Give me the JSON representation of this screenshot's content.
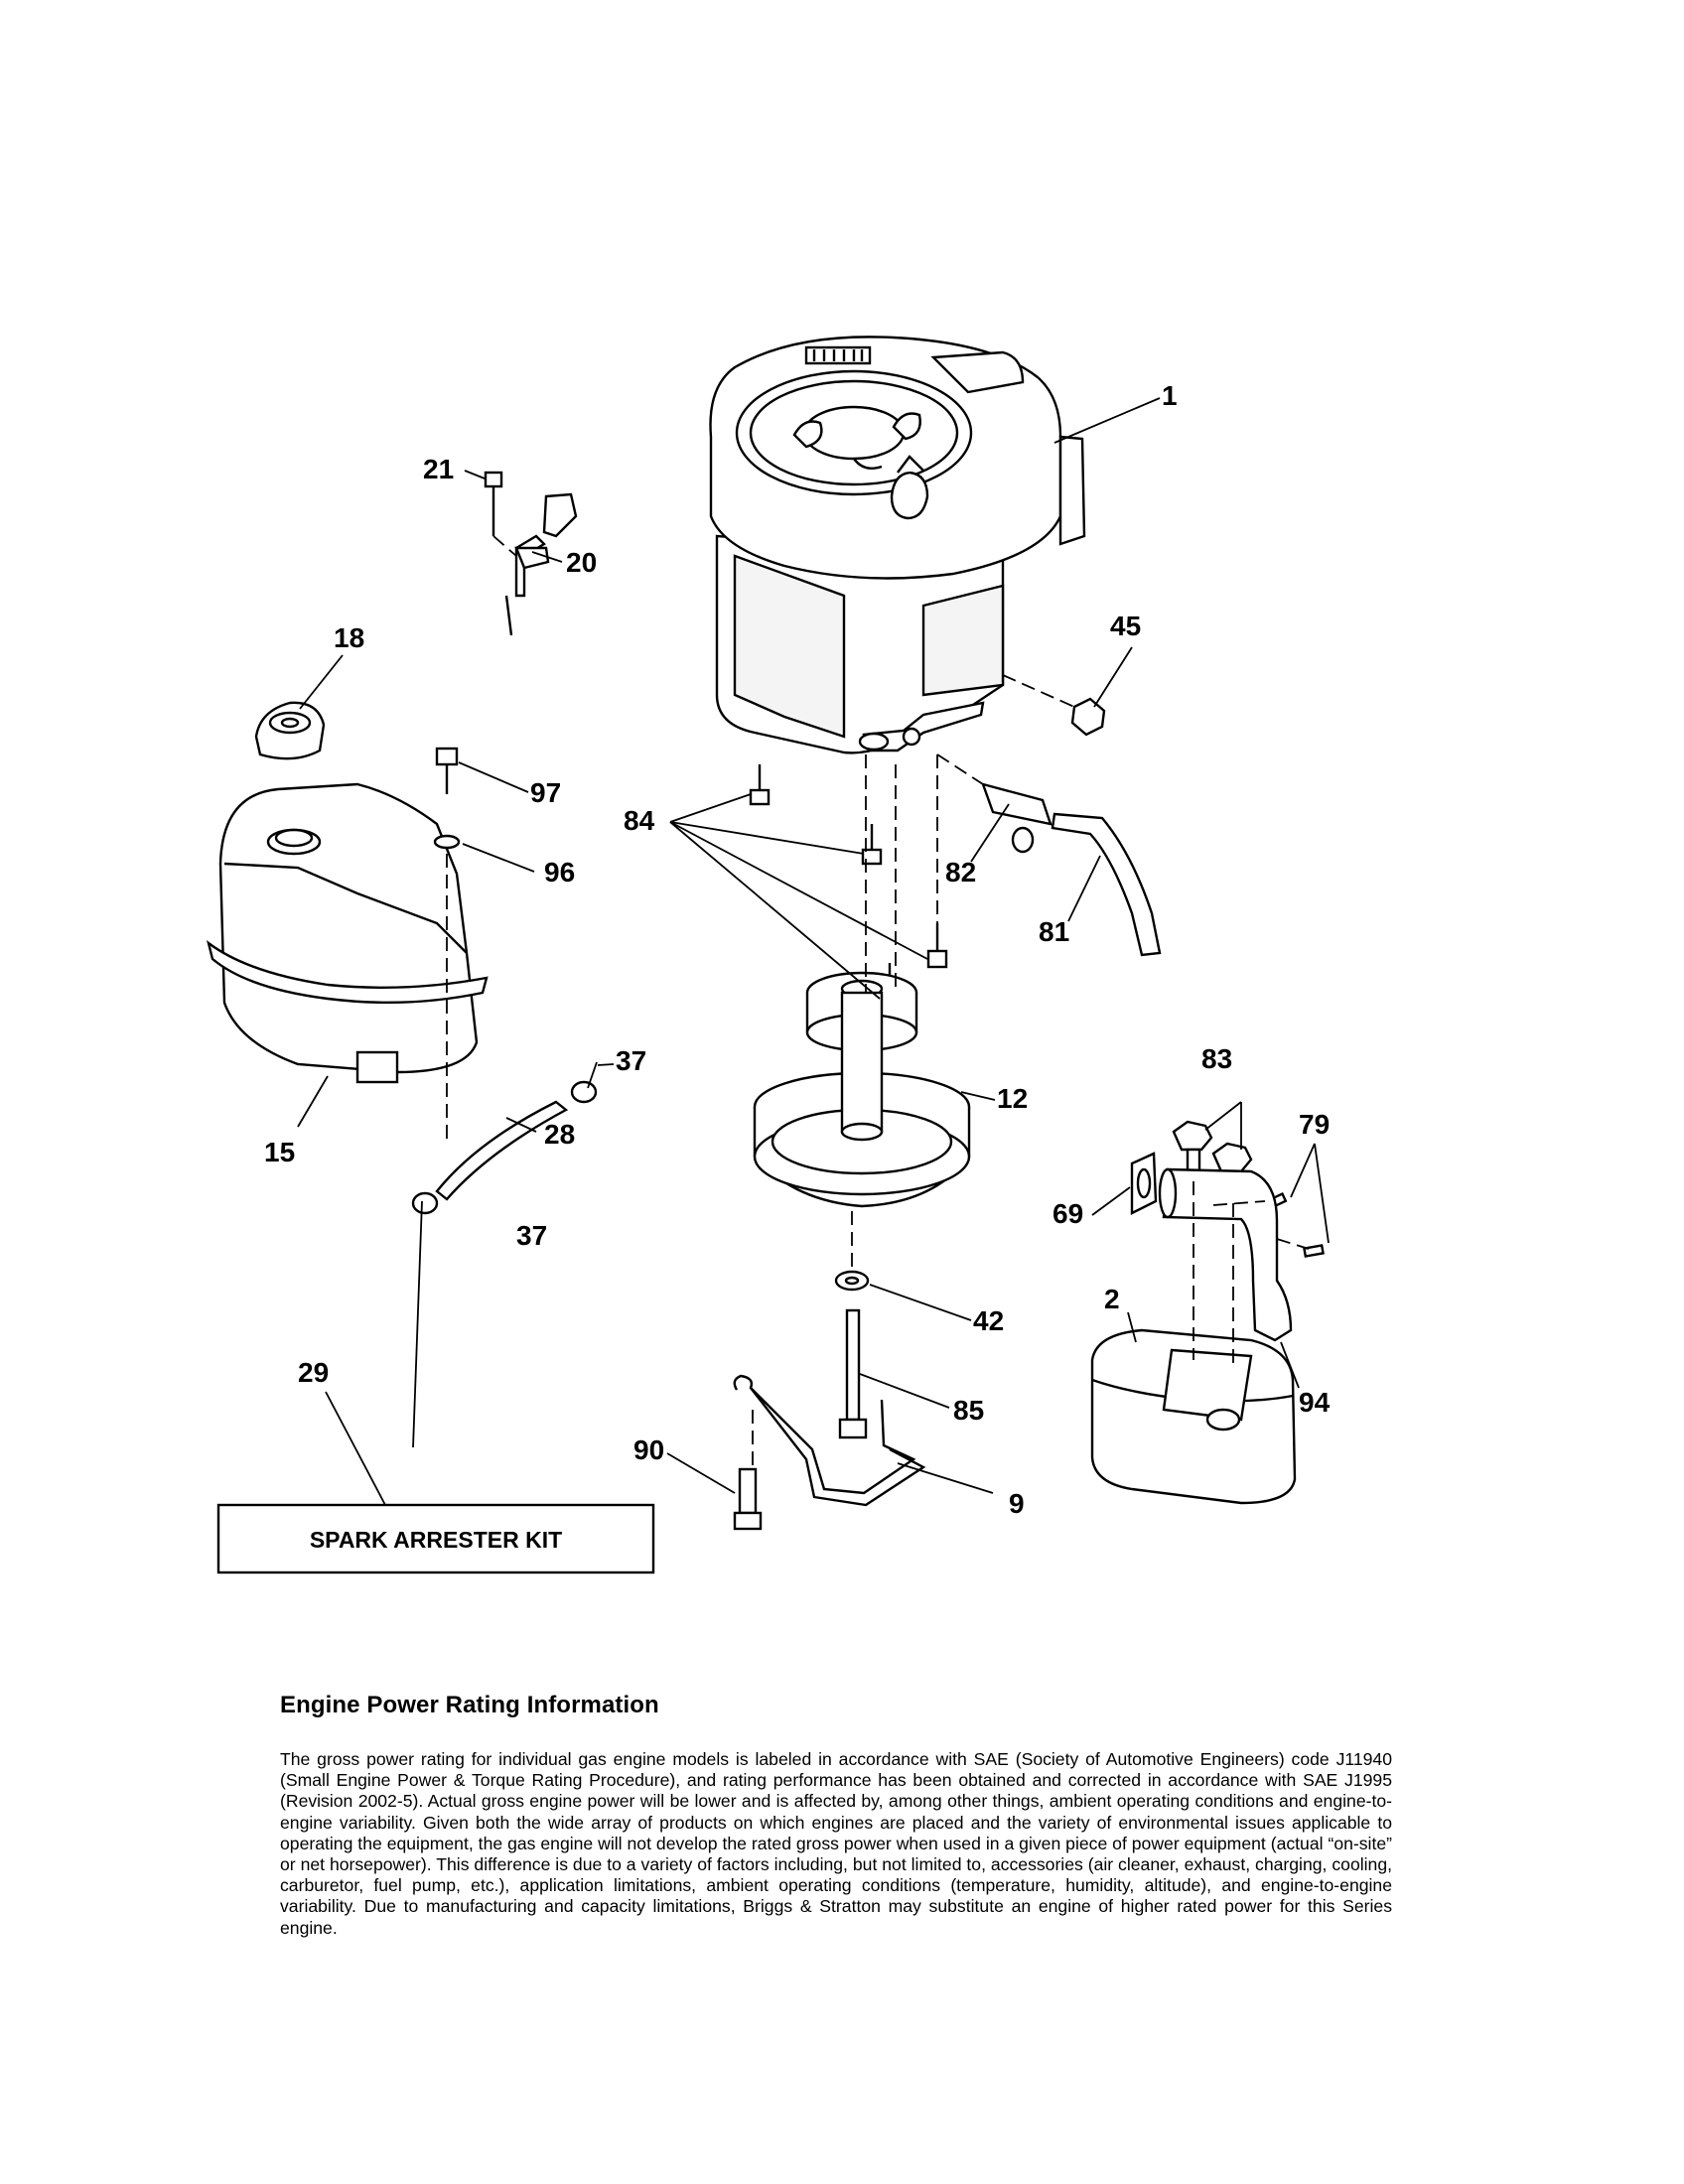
{
  "diagram": {
    "callouts": [
      "1",
      "21",
      "20",
      "18",
      "45",
      "97",
      "84",
      "82",
      "96",
      "81",
      "37",
      "12",
      "83",
      "15",
      "28",
      "79",
      "69",
      "37",
      "2",
      "42",
      "29",
      "94",
      "85",
      "90",
      "9"
    ],
    "box_label": "SPARK ARRESTER KIT"
  },
  "info": {
    "title": "Engine Power Rating Information",
    "body": "The gross power rating for individual gas engine models is labeled in accordance with SAE (Society of Automotive Engineers) code J11940 (Small Engine Power & Torque Rating Procedure), and rating performance has been obtained and corrected in accordance with SAE J1995 (Revision 2002-5). Actual gross engine power will be lower and is affected by, among other things, ambient operating conditions and engine-to-engine variability. Given both the wide array of products on which engines are placed and the variety of environmental issues applicable to operating the equipment, the gas engine will not develop the rated gross power when used in a given piece of power equipment (actual “on-site” or net horsepower). This difference is due to a variety of factors including, but not limited to, accessories (air cleaner, exhaust, charging, cooling, carburetor, fuel pump, etc.), application limitations, ambient operating conditions (temperature, humidity, altitude), and engine-to-engine variability. Due to manufacturing and capacity limitations, Briggs & Stratton may substitute an engine of higher rated power for this Series engine."
  }
}
